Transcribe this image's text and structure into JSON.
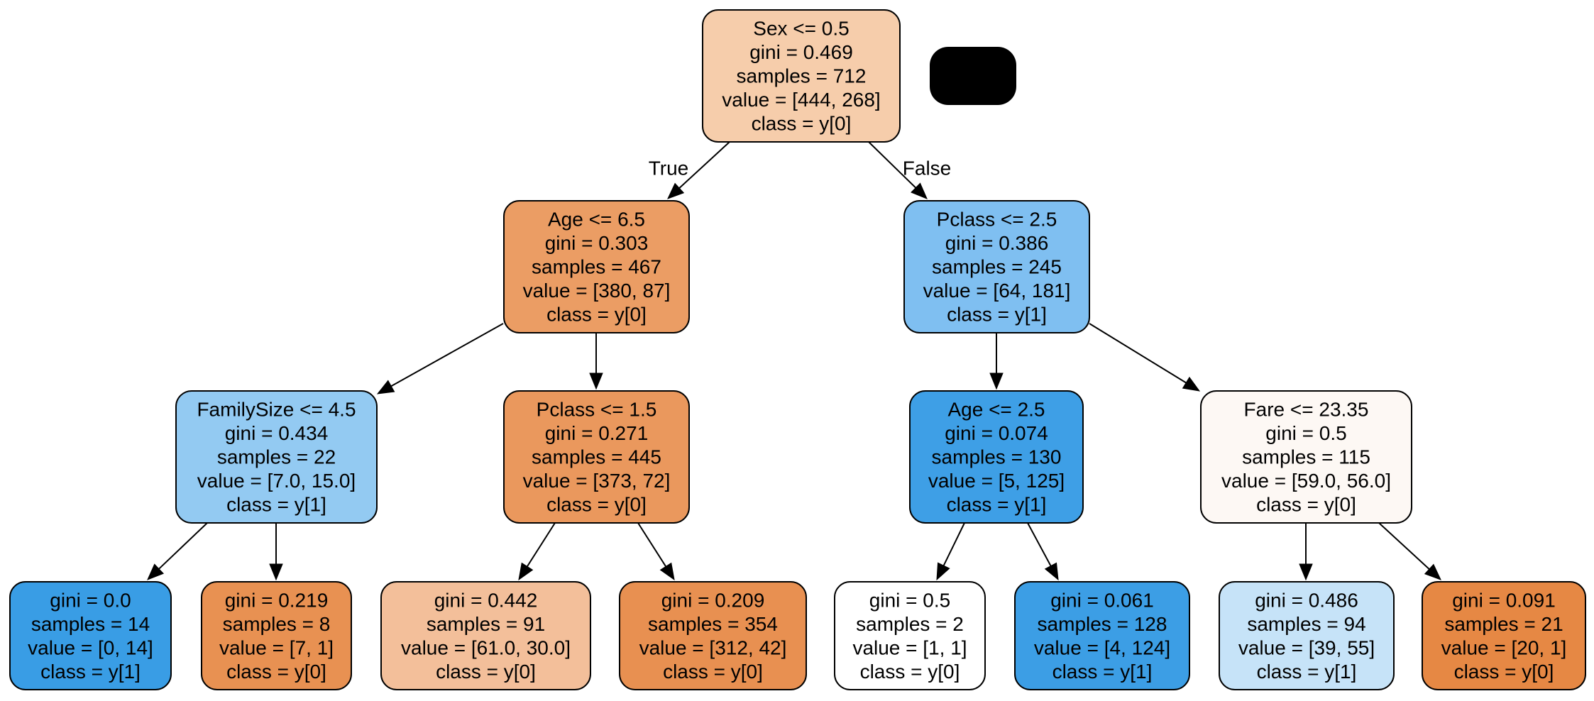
{
  "tree": {
    "nodes": [
      {
        "id": "n0",
        "fill": "#f6cdab",
        "lines": [
          "Sex <= 0.5",
          "gini = 0.469",
          "samples = 712",
          "value = [444, 268]",
          "class = y[0]"
        ]
      },
      {
        "id": "n1",
        "fill": "#eb9d64",
        "lines": [
          "Age <= 6.5",
          "gini = 0.303",
          "samples = 467",
          "value = [380, 87]",
          "class = y[0]"
        ]
      },
      {
        "id": "n2",
        "fill": "#7fbff1",
        "lines": [
          "Pclass <= 2.5",
          "gini = 0.386",
          "samples = 245",
          "value = [64, 181]",
          "class = y[1]"
        ]
      },
      {
        "id": "n3",
        "fill": "#93caf2",
        "lines": [
          "FamilySize <= 4.5",
          "gini = 0.434",
          "samples = 22",
          "value = [7.0, 15.0]",
          "class = y[1]"
        ]
      },
      {
        "id": "n4",
        "fill": "#ea985d",
        "lines": [
          "Pclass <= 1.5",
          "gini = 0.271",
          "samples = 445",
          "value = [373, 72]",
          "class = y[0]"
        ]
      },
      {
        "id": "n5",
        "fill": "#3e9fe6",
        "lines": [
          "Age <= 2.5",
          "gini = 0.074",
          "samples = 130",
          "value = [5, 125]",
          "class = y[1]"
        ]
      },
      {
        "id": "n6",
        "fill": "#fdf8f4",
        "lines": [
          "Fare <= 23.35",
          "gini = 0.5",
          "samples = 115",
          "value = [59.0, 56.0]",
          "class = y[0]"
        ]
      },
      {
        "id": "n7",
        "fill": "#399de5",
        "lines": [
          "gini = 0.0",
          "samples = 14",
          "value = [0, 14]",
          "class = y[1]"
        ]
      },
      {
        "id": "n8",
        "fill": "#e89152",
        "lines": [
          "gini = 0.219",
          "samples = 8",
          "value = [7, 1]",
          "class = y[0]"
        ]
      },
      {
        "id": "n9",
        "fill": "#f3bf9a",
        "lines": [
          "gini = 0.442",
          "samples = 91",
          "value = [61.0, 30.0]",
          "class = y[0]"
        ]
      },
      {
        "id": "n10",
        "fill": "#e89051",
        "lines": [
          "gini = 0.209",
          "samples = 354",
          "value = [312, 42]",
          "class = y[0]"
        ]
      },
      {
        "id": "n11",
        "fill": "#ffffff",
        "lines": [
          "gini = 0.5",
          "samples = 2",
          "value = [1, 1]",
          "class = y[0]"
        ]
      },
      {
        "id": "n12",
        "fill": "#3c9ee5",
        "lines": [
          "gini = 0.061",
          "samples = 128",
          "value = [4, 124]",
          "class = y[1]"
        ]
      },
      {
        "id": "n13",
        "fill": "#c6e3f8",
        "lines": [
          "gini = 0.486",
          "samples = 94",
          "value = [39, 55]",
          "class = y[1]"
        ]
      },
      {
        "id": "n14",
        "fill": "#e68844",
        "lines": [
          "gini = 0.091",
          "samples = 21",
          "value = [20, 1]",
          "class = y[0]"
        ]
      }
    ],
    "edges": [
      {
        "from": "n0",
        "to": "n1",
        "label": "True"
      },
      {
        "from": "n0",
        "to": "n2",
        "label": "False"
      },
      {
        "from": "n1",
        "to": "n3"
      },
      {
        "from": "n1",
        "to": "n4"
      },
      {
        "from": "n2",
        "to": "n5"
      },
      {
        "from": "n2",
        "to": "n6"
      },
      {
        "from": "n3",
        "to": "n7"
      },
      {
        "from": "n3",
        "to": "n8"
      },
      {
        "from": "n4",
        "to": "n9"
      },
      {
        "from": "n4",
        "to": "n10"
      },
      {
        "from": "n5",
        "to": "n11"
      },
      {
        "from": "n5",
        "to": "n12"
      },
      {
        "from": "n6",
        "to": "n13"
      },
      {
        "from": "n6",
        "to": "n14"
      }
    ]
  },
  "redaction": {
    "fill": "#000000"
  }
}
